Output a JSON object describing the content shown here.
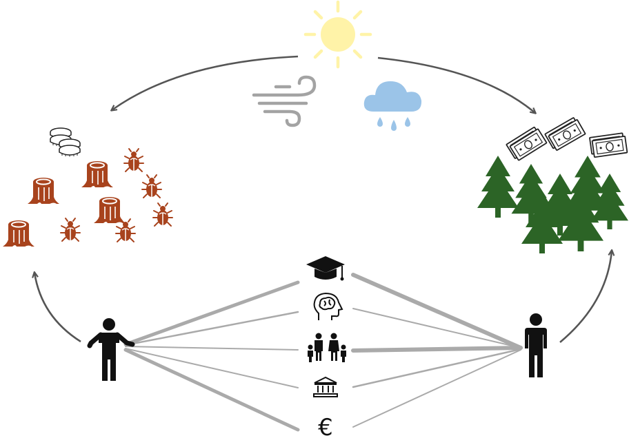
{
  "diagram": {
    "nodes": {
      "weather": {
        "icons": [
          "sun-icon",
          "wind-icon",
          "rain-cloud-icon"
        ]
      },
      "degraded_forest": {
        "icons": [
          "coins-icon",
          "tree-stump-icon",
          "bark-beetle-icon"
        ]
      },
      "healthy_forest": {
        "icons": [
          "banknotes-icon",
          "conifer-tree-icon"
        ]
      },
      "owners": {
        "icons": [
          "person-shrugging-icon",
          "person-standing-icon"
        ]
      },
      "factors": [
        {
          "name": "education",
          "icon": "graduation-cap-icon"
        },
        {
          "name": "knowledge",
          "icon": "brain-head-icon"
        },
        {
          "name": "family",
          "icon": "family-icon"
        },
        {
          "name": "institutions",
          "icon": "bank-building-icon"
        },
        {
          "name": "money",
          "icon": "euro-icon",
          "glyph": "€"
        }
      ]
    },
    "colors": {
      "sun": "#FFF3A8",
      "wind": "#A3A3A3",
      "cloud": "#9BC4E8",
      "stump": "#A8431D",
      "beetle": "#A8431D",
      "tree": "#2C6426",
      "person": "#111111",
      "arrow": "#555555",
      "link": "#AAAAAA"
    }
  }
}
